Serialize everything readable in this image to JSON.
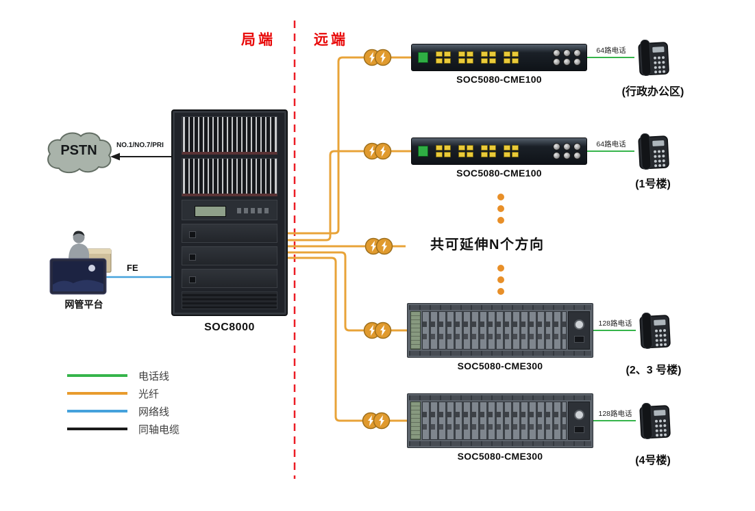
{
  "zones": {
    "local": "局端",
    "remote": "远端"
  },
  "extend_note": "共可延伸N个方向",
  "pstn": {
    "label": "PSTN",
    "trunk_label": "NO.1/NO.7/PRI"
  },
  "nms": {
    "label": "网管平台",
    "link_label": "FE"
  },
  "rack": {
    "model": "SOC8000"
  },
  "remote_devices": [
    {
      "model": "SOC5080-CME100",
      "phone_capacity": "64路电话",
      "site": "(行政办公区)"
    },
    {
      "model": "SOC5080-CME100",
      "phone_capacity": "64路电话",
      "site": "(1号楼)"
    },
    {
      "model": "SOC5080-CME300",
      "phone_capacity": "128路电话",
      "site": "(2、3 号楼)"
    },
    {
      "model": "SOC5080-CME300",
      "phone_capacity": "128路电话",
      "site": "(4号楼)"
    }
  ],
  "legend": [
    {
      "label": "电话线",
      "color": "#35b44a"
    },
    {
      "label": "光纤",
      "color": "#e89b2d"
    },
    {
      "label": "网络线",
      "color": "#45a2dc"
    },
    {
      "label": "同轴电缆",
      "color": "#1a1a1a"
    }
  ],
  "colors": {
    "divider": "#ec1c24",
    "fiber": "#e8a338",
    "phone_line": "#35b44a",
    "network_line": "#45a2dc",
    "coax": "#1a1a1a",
    "dots": "#e88f28"
  }
}
